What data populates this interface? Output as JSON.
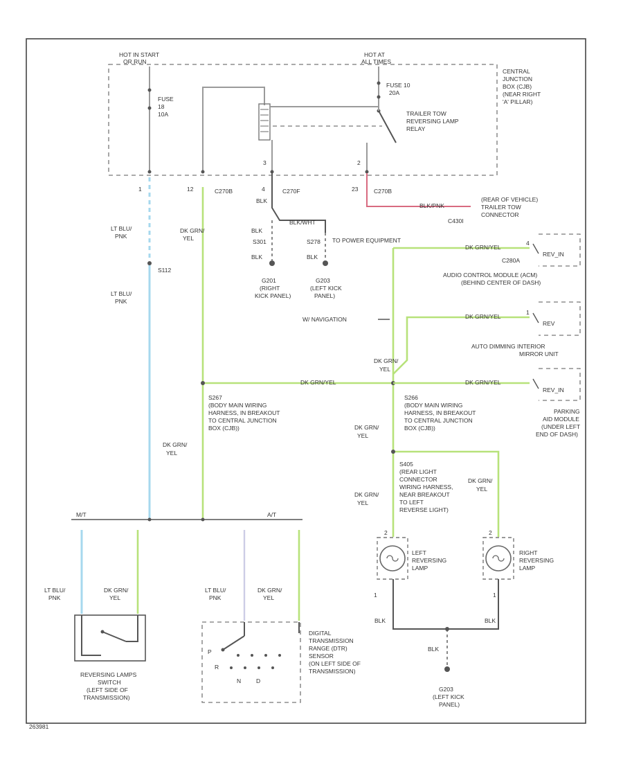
{
  "sources": {
    "hot_in_start": [
      "HOT IN START",
      "OR RUN"
    ],
    "hot_at_all_times": [
      "HOT AT",
      "ALL TIMES"
    ]
  },
  "cjb": [
    "CENTRAL",
    "JUNCTION",
    "BOX (CJB)",
    "(NEAR RIGHT",
    "'A' PILLAR)"
  ],
  "fuse_left": [
    "FUSE",
    "18",
    "10A"
  ],
  "fuse_right": [
    "FUSE 10",
    "20A"
  ],
  "relay": [
    "TRAILER TOW",
    "REVERSING LAMP",
    "RELAY"
  ],
  "pins": {
    "p1": "1",
    "p12": "12",
    "p4": "4",
    "p3": "3",
    "p23": "23",
    "p4b": "4",
    "p1b": "1",
    "p2": "2",
    "pR1": "1",
    "pR2": "2",
    "pL1": "1",
    "pL2": "2"
  },
  "connectors": {
    "c2708a": "C270B",
    "c270f": "C270F",
    "c2708b": "C270B",
    "c4301": "C430I",
    "c2804": "C280A"
  },
  "wire_labels": {
    "lt_blu_pnk": [
      "LT BLU/",
      "PNK"
    ],
    "dk_grn_yel": [
      "DK GRN/",
      "YEL"
    ],
    "blk": "BLK",
    "blk_wht": "BLK/WHT",
    "blk_pnk": "BLK/PNK",
    "dk_grn_yel_inline": "DK GRN/YEL"
  },
  "splices": {
    "s112": "S112",
    "s301": "S301",
    "s278": "S278",
    "s267": "S267",
    "s266": "S266"
  },
  "grounds": {
    "g201": [
      "G201",
      "(RIGHT",
      "KICK PANEL)"
    ],
    "g203": [
      "G203",
      "(LEFT KICK",
      "PANEL)"
    ],
    "g203b": [
      "G203",
      "(LEFT KICK",
      "PANEL)"
    ]
  },
  "equipment": "TO POWER EQUIPMENT",
  "navigation": "W/ NAVIGATION",
  "trailer_conn": [
    "(REAR OF VEHICLE)",
    "TRAILER TOW",
    "CONNECTOR"
  ],
  "modules": {
    "audio": [
      "AUDIO CONTROL MODULE (ACM)",
      "(BEHIND CENTER OF DASH)"
    ],
    "mirror": [
      "AUTO DIMMING INTERIOR",
      "MIRROR UNIT"
    ],
    "parking": [
      "PARKING",
      "AID MODULE",
      "(UNDER LEFT",
      "END OF DASH)"
    ],
    "rev_in_1": "REV_IN",
    "rev_1": "REV",
    "rev_in_2": "REV_IN"
  },
  "splice_notes": {
    "s267": [
      "S267",
      "(BODY MAIN WIRING",
      "HARNESS, IN BREAKOUT",
      "TO CENTRAL JUNCTION",
      "BOX (CJB))"
    ],
    "s266": [
      "S266",
      "(BODY MAIN WIRING",
      "HARNESS, IN BREAKOUT",
      "TO CENTRAL JUNCTION",
      "BOX (CJB))"
    ],
    "s405": [
      "S405",
      "(REAR LIGHT",
      "CONNECTOR",
      "WIRING HARNESS,",
      "NEAR BREAKOUT",
      "TO LEFT",
      "REVERSE LIGHT)"
    ]
  },
  "bus": {
    "mt": "M/T",
    "at": "A/T"
  },
  "lamps": {
    "left": [
      "LEFT",
      "REVERSING",
      "LAMP"
    ],
    "right": [
      "RIGHT",
      "REVERSING",
      "LAMP"
    ]
  },
  "switch": [
    "REVERSING LAMPS",
    "SWITCH",
    "(LEFT SIDE OF",
    "TRANSMISSION)"
  ],
  "dtr": [
    "DIGITAL",
    "TRANSMISSION",
    "RANGE (DTR)",
    "SENSOR",
    "(ON LEFT SIDE OF",
    "TRANSMISSION)"
  ],
  "dtr_positions": {
    "p": "P",
    "r": "R",
    "n": "N",
    "d": "D"
  },
  "figure_id": "263981"
}
